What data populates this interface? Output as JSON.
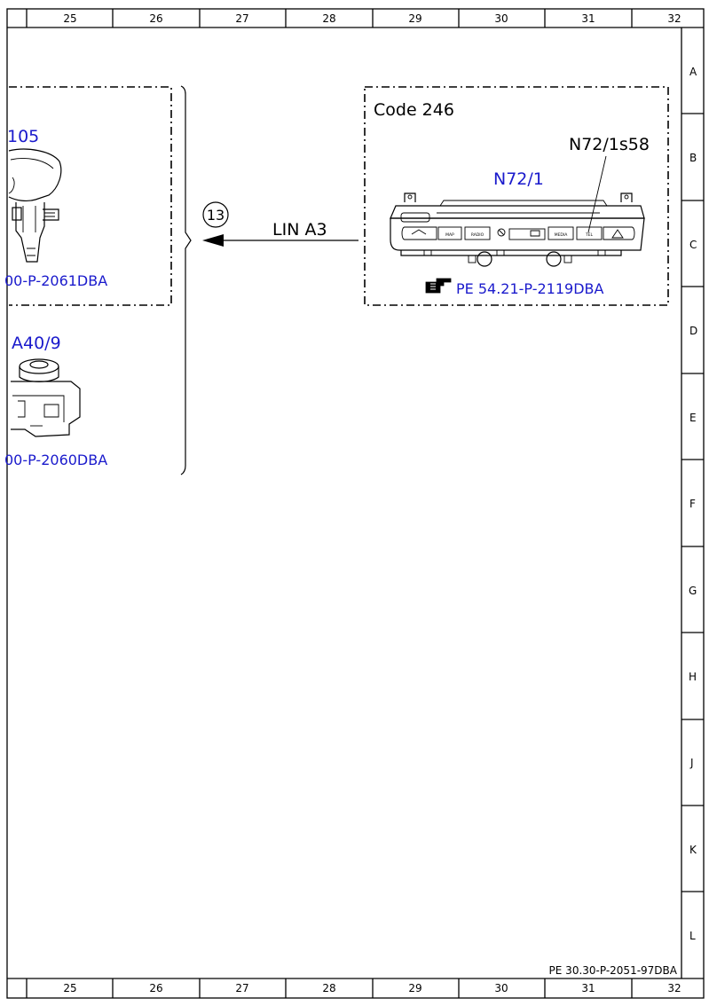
{
  "sheet": {
    "columns": [
      "25",
      "26",
      "27",
      "28",
      "29",
      "30",
      "31",
      "32"
    ],
    "rows": [
      "A",
      "B",
      "C",
      "D",
      "E",
      "F",
      "G",
      "H",
      "J",
      "K",
      "L"
    ],
    "footer_ref": "PE 30.30-P-2051-97DBA"
  },
  "left_block": {
    "top_label": "105",
    "top_ref": "00-P-2061DBA",
    "bottom_label": "A40/9",
    "bottom_ref": "00-P-2060DBA"
  },
  "connection": {
    "node_number": "13",
    "bus_label": "LIN A3"
  },
  "right_block": {
    "title": "Code 246",
    "component": "N72/1",
    "switch_label": "N72/1s58",
    "ref": "PE 54.21-P-2119DBA",
    "ref_icon": "pointing-hand-icon"
  },
  "colors": {
    "link_blue": "#1a1acc",
    "line_black": "#000000"
  }
}
